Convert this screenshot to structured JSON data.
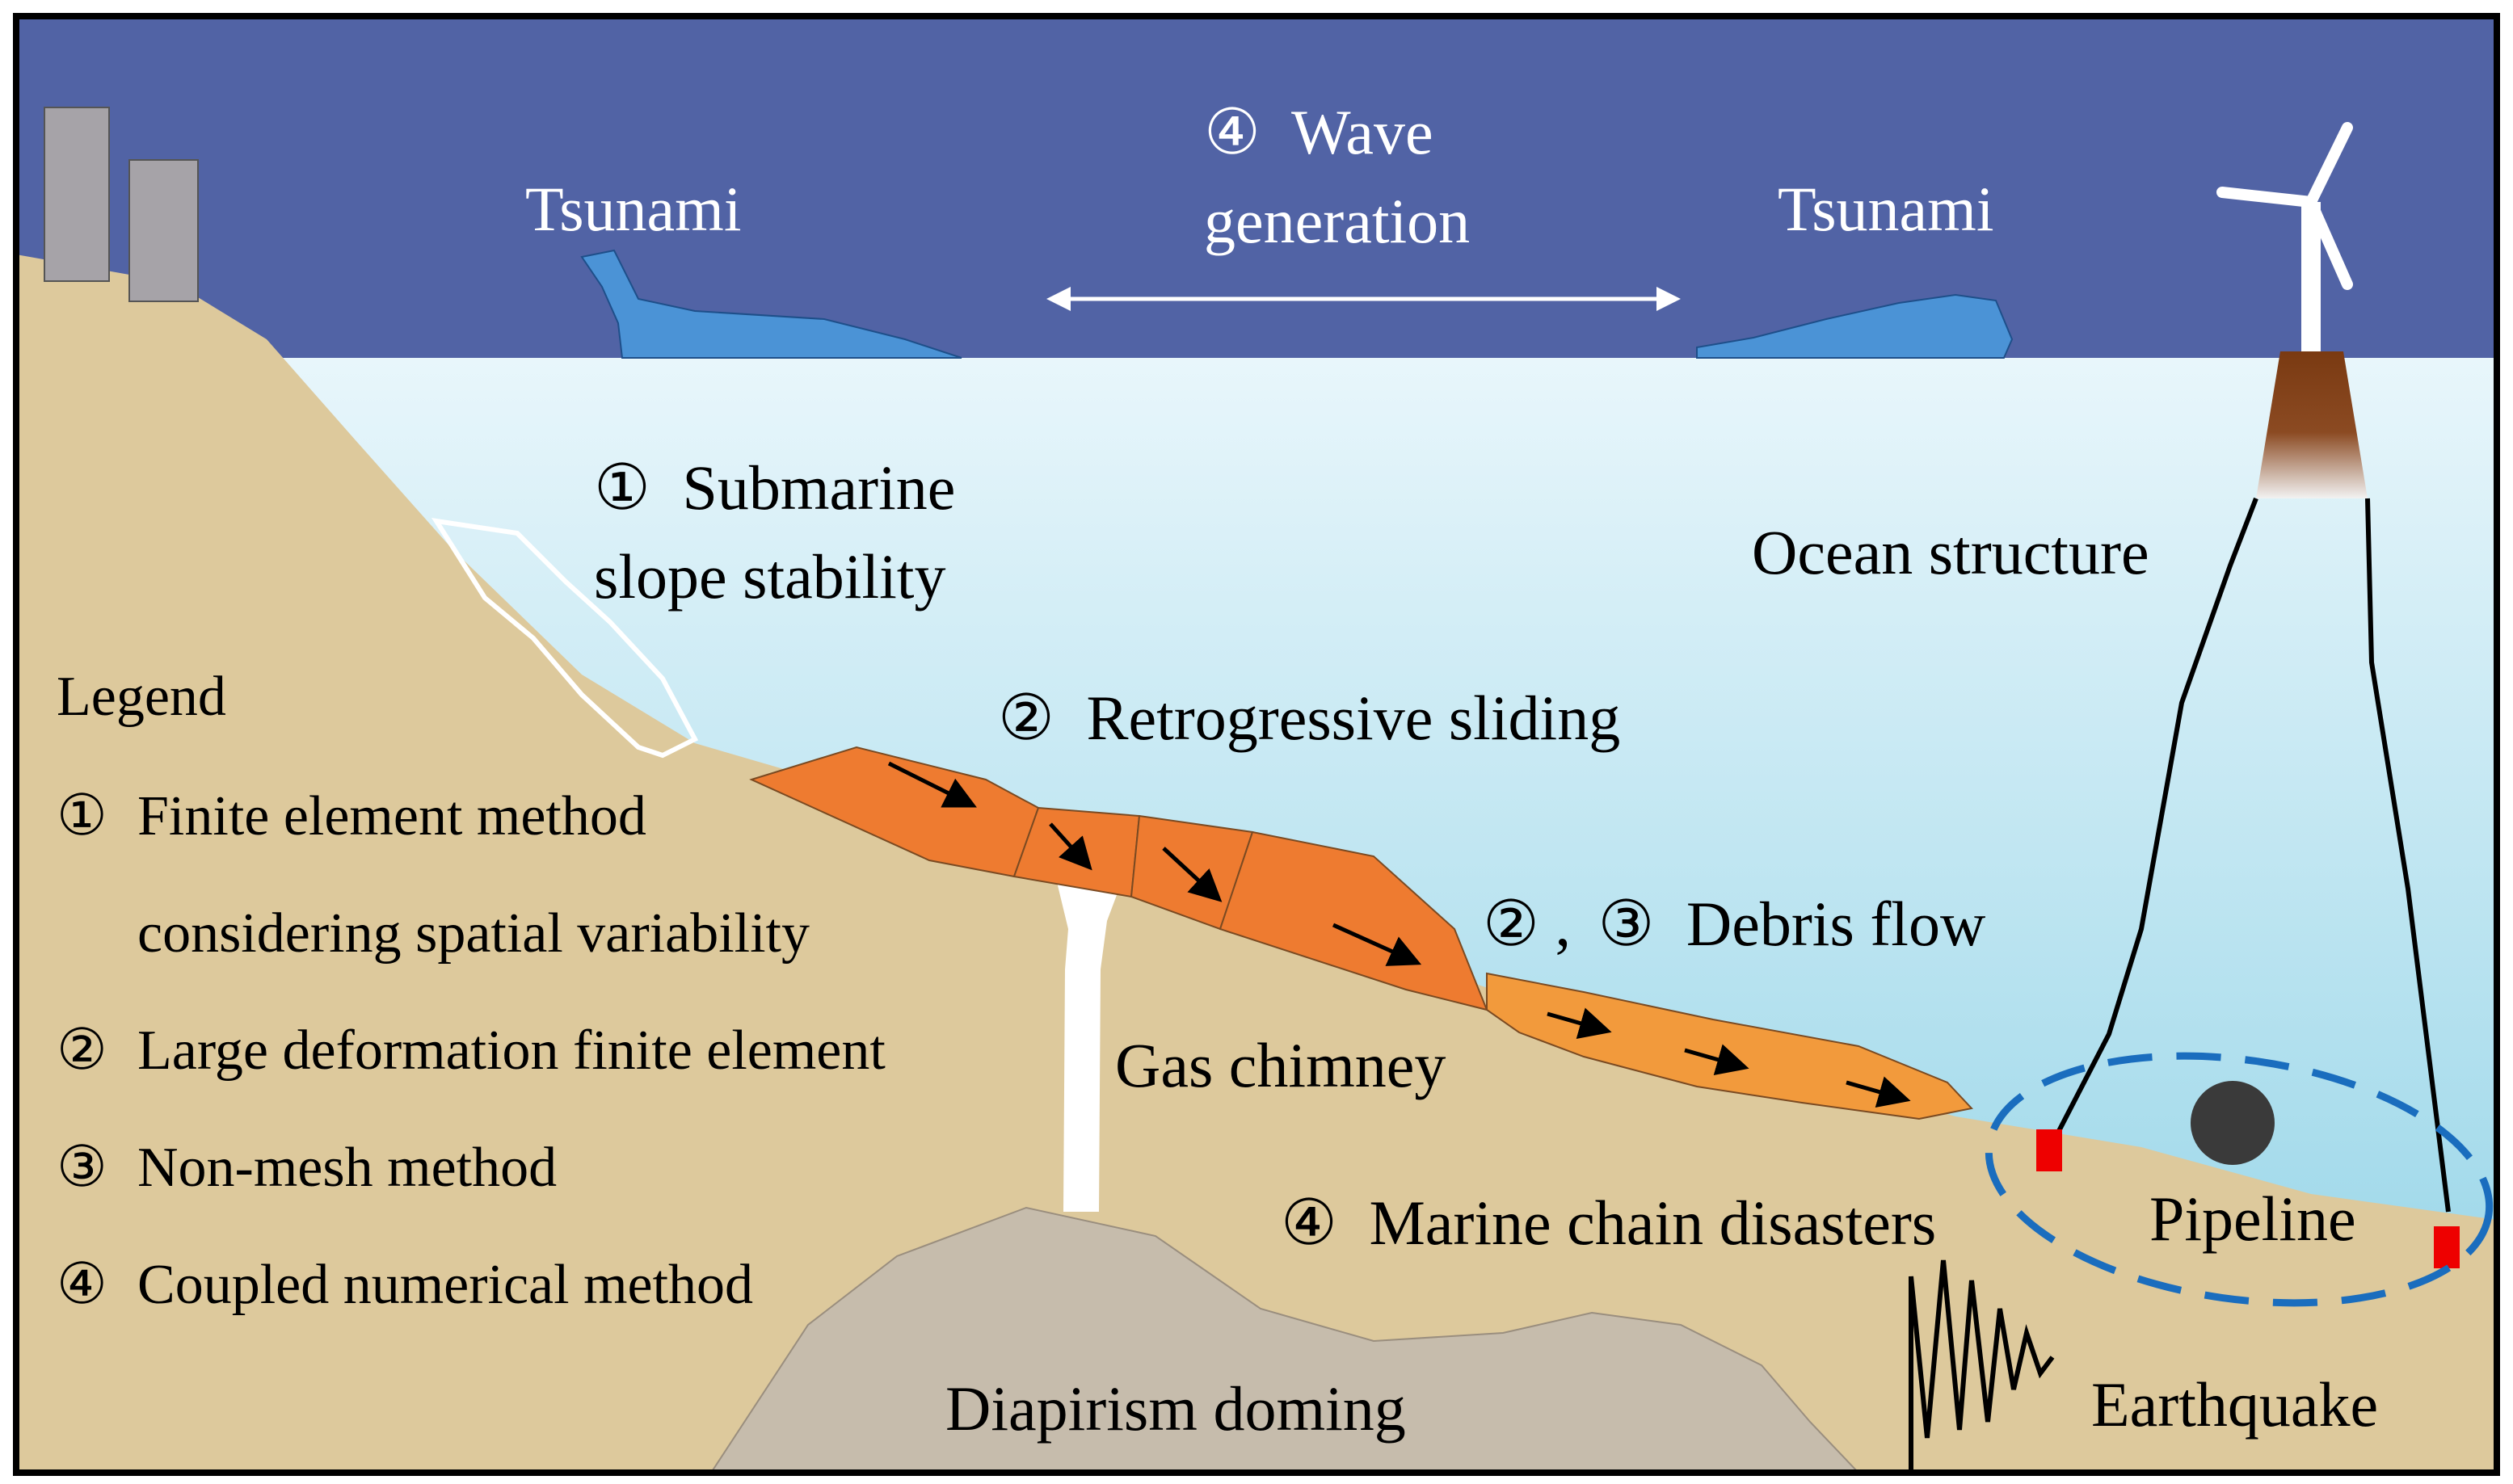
{
  "colors": {
    "sky": "#5163A5",
    "sea_top": "#E8F6FB",
    "sea_bottom": "#8FD2E6",
    "land": "#DDC99C",
    "dome": "#C6BCAC",
    "slide": "#EE7B30",
    "debris": "#F29A3C",
    "tsunami": "#4B93D6",
    "anchor": "#EE0000",
    "circle_dash": "#1A6DBE"
  },
  "wave": {
    "mark": "④",
    "line1": "Wave",
    "line2": "generation"
  },
  "tsunami_left": "Tsunami",
  "tsunami_right": "Tsunami",
  "slope": {
    "mark": "①",
    "line1": "Submarine",
    "line2": "slope stability"
  },
  "retro": {
    "mark": "②",
    "text": "Retrogressive sliding"
  },
  "debris": {
    "mark1": "②",
    "sep": ",",
    "mark2": "③",
    "text": "Debris flow"
  },
  "gas_chimney": "Gas chimney",
  "ocean_structure": "Ocean structure",
  "marine": {
    "mark": "④",
    "text": "Marine chain disasters"
  },
  "pipeline": "Pipeline",
  "diapirism": "Diapirism doming",
  "earthquake": "Earthquake",
  "legend": {
    "title": "Legend",
    "items": [
      {
        "mark": "①",
        "text": "Finite element method"
      },
      {
        "mark": "",
        "text": "considering spatial variability"
      },
      {
        "mark": "②",
        "text": "Large deformation finite element"
      },
      {
        "mark": "③",
        "text": "Non-mesh method"
      },
      {
        "mark": "④",
        "text": "Coupled numerical method"
      }
    ]
  },
  "icons": [
    "wind-turbine-icon",
    "building-icon",
    "seismograph-icon",
    "arrow-icon"
  ]
}
